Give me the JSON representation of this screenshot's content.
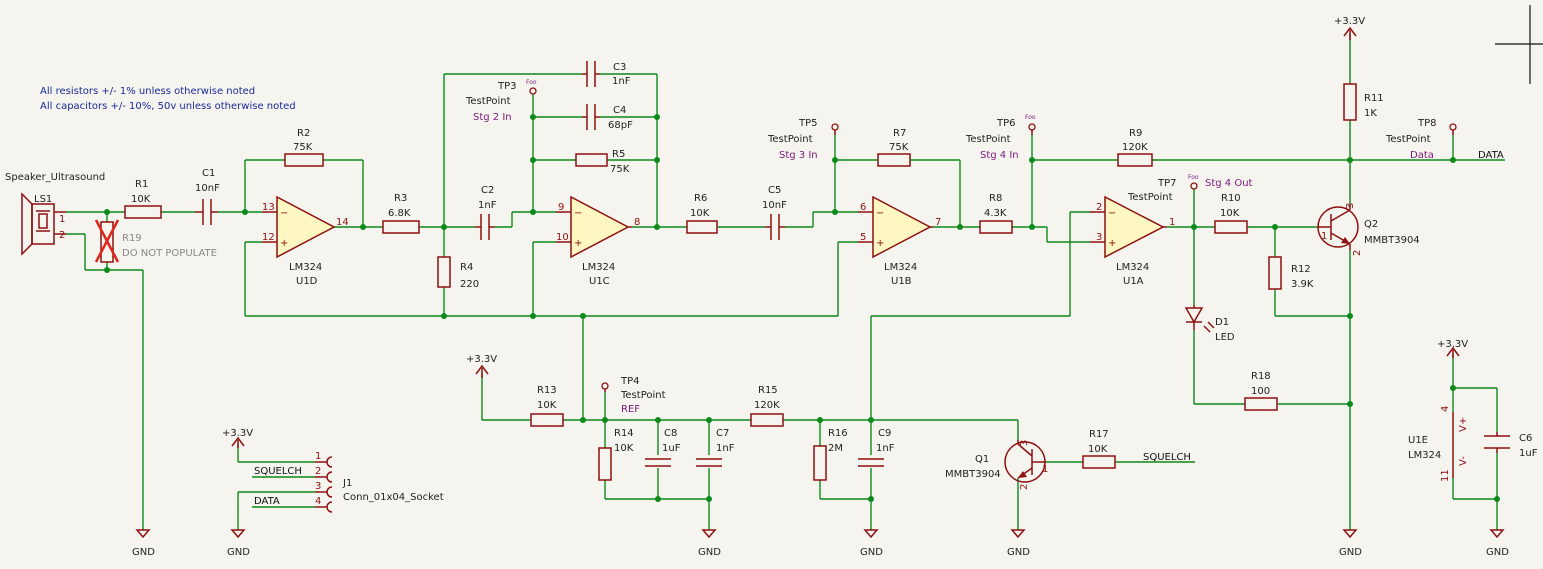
{
  "notes": {
    "line1": "All resistors +/- 1% unless otherwise noted",
    "line2": "All capacitors +/- 10%, 50v unless otherwise noted"
  },
  "speaker": {
    "name": "Speaker_Ultrasound",
    "ref": "LS1",
    "pin1": "1",
    "pin2": "2"
  },
  "resistors": {
    "r1": {
      "ref": "R1",
      "value": "10K"
    },
    "r2": {
      "ref": "R2",
      "value": "75K"
    },
    "r3": {
      "ref": "R3",
      "value": "6.8K"
    },
    "r4": {
      "ref": "R4",
      "value": "220"
    },
    "r5": {
      "ref": "R5",
      "value": "75K"
    },
    "r6": {
      "ref": "R6",
      "value": "10K"
    },
    "r7": {
      "ref": "R7",
      "value": "75K"
    },
    "r8": {
      "ref": "R8",
      "value": "4.3K"
    },
    "r9": {
      "ref": "R9",
      "value": "120K"
    },
    "r10": {
      "ref": "R10",
      "value": "10K"
    },
    "r11": {
      "ref": "R11",
      "value": "1K"
    },
    "r12": {
      "ref": "R12",
      "value": "3.9K"
    },
    "r13": {
      "ref": "R13",
      "value": "10K"
    },
    "r14": {
      "ref": "R14",
      "value": "10K"
    },
    "r15": {
      "ref": "R15",
      "value": "120K"
    },
    "r16": {
      "ref": "R16",
      "value": "2M"
    },
    "r17": {
      "ref": "R17",
      "value": "10K"
    },
    "r18": {
      "ref": "R18",
      "value": "100"
    },
    "r19": {
      "ref": "R19",
      "value": "DO NOT POPULATE"
    }
  },
  "capacitors": {
    "c1": {
      "ref": "C1",
      "value": "10nF"
    },
    "c2": {
      "ref": "C2",
      "value": "1nF"
    },
    "c3": {
      "ref": "C3",
      "value": "1nF"
    },
    "c4": {
      "ref": "C4",
      "value": "68pF"
    },
    "c5": {
      "ref": "C5",
      "value": "10nF"
    },
    "c6": {
      "ref": "C6",
      "value": "1uF"
    },
    "c7": {
      "ref": "C7",
      "value": "1nF"
    },
    "c8": {
      "ref": "C8",
      "value": "1uF"
    },
    "c9": {
      "ref": "C9",
      "value": "1nF"
    }
  },
  "opamps": {
    "u1d": {
      "part": "LM324",
      "ref": "U1D",
      "pin_inv": "13",
      "pin_noninv": "12",
      "pin_out": "14"
    },
    "u1c": {
      "part": "LM324",
      "ref": "U1C",
      "pin_inv": "9",
      "pin_noninv": "10",
      "pin_out": "8"
    },
    "u1b": {
      "part": "LM324",
      "ref": "U1B",
      "pin_inv": "6",
      "pin_noninv": "5",
      "pin_out": "7"
    },
    "u1a": {
      "part": "LM324",
      "ref": "U1A",
      "pin_inv": "2",
      "pin_noninv": "3",
      "pin_out": "1"
    },
    "u1e": {
      "part": "LM324",
      "ref": "U1E",
      "pin_vp": "4",
      "pin_vn": "11",
      "vp": "V+",
      "vn": "V-"
    },
    "minus": "−",
    "plus": "+"
  },
  "testpoints": {
    "tp3": {
      "ref": "TP3",
      "type": "TestPoint",
      "label": "Stg 2 In"
    },
    "tp4": {
      "ref": "TP4",
      "type": "TestPoint",
      "label": "REF"
    },
    "tp5": {
      "ref": "TP5",
      "type": "TestPoint",
      "label": "Stg 3 In"
    },
    "tp6": {
      "ref": "TP6",
      "type": "TestPoint",
      "label": "Stg 4 In"
    },
    "tp7": {
      "ref": "TP7",
      "type": "TestPoint",
      "label": "Stg 4 Out"
    },
    "tp8": {
      "ref": "TP8",
      "type": "TestPoint",
      "label": "Data"
    },
    "foo": "Foo"
  },
  "transistors": {
    "q1": {
      "ref": "Q1",
      "part": "MMBT3904",
      "p1": "1",
      "p2": "2",
      "p3": "3"
    },
    "q2": {
      "ref": "Q2",
      "part": "MMBT3904",
      "p1": "1",
      "p2": "2",
      "p3": "3"
    }
  },
  "led": {
    "ref": "D1",
    "value": "LED"
  },
  "connector": {
    "ref": "J1",
    "part": "Conn_01x04_Socket",
    "pins": [
      "1",
      "2",
      "3",
      "4"
    ],
    "squelch": "SQUELCH",
    "data": "DATA"
  },
  "power": {
    "vcc": "+3.3V",
    "gnd": "GND"
  },
  "nets": {
    "data": "DATA",
    "squelch": "SQUELCH"
  }
}
